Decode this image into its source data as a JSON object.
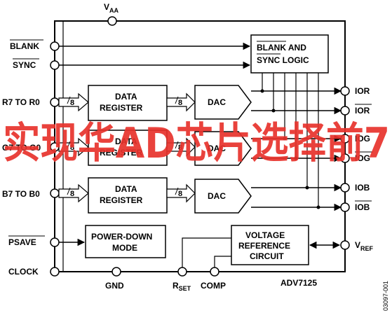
{
  "pins": {
    "vaa": "V",
    "vaa_sub": "AA",
    "blank": "BLANK",
    "sync": "SYNC",
    "red_bus": "R7 TO R0",
    "green_bus": "G7 TO G0",
    "blue_bus": "B7 TO B0",
    "psave": "PSAVE",
    "clock": "CLOCK",
    "gnd": "GND",
    "rset": "R",
    "rset_sub": "SET",
    "comp": "COMP",
    "ior": "IOR",
    "ior_bar": "IOR",
    "iog": "IOG",
    "iog_bar": "IOG",
    "iob": "IOB",
    "iob_bar": "IOB",
    "vref": "V",
    "vref_sub": "REF"
  },
  "blocks": {
    "blank_sync_line1": "BLANK AND",
    "blank_sync_line2": "SYNC LOGIC",
    "data_register_line1": "DATA",
    "data_register_line2": "REGISTER",
    "dac": "DAC",
    "power_down_line1": "POWER-DOWN",
    "power_down_line2": "MODE",
    "vref_line1": "VOLTAGE",
    "vref_line2": "REFERENCE",
    "vref_line3": "CIRCUIT"
  },
  "bus_width": "8",
  "chip_name": "ADV7125",
  "figure_id": "03097-001",
  "watermark": "实现华AD芯片选择前7",
  "colors": {
    "line": "#000000",
    "watermark": "#e8322c",
    "background": "#ffffff"
  }
}
